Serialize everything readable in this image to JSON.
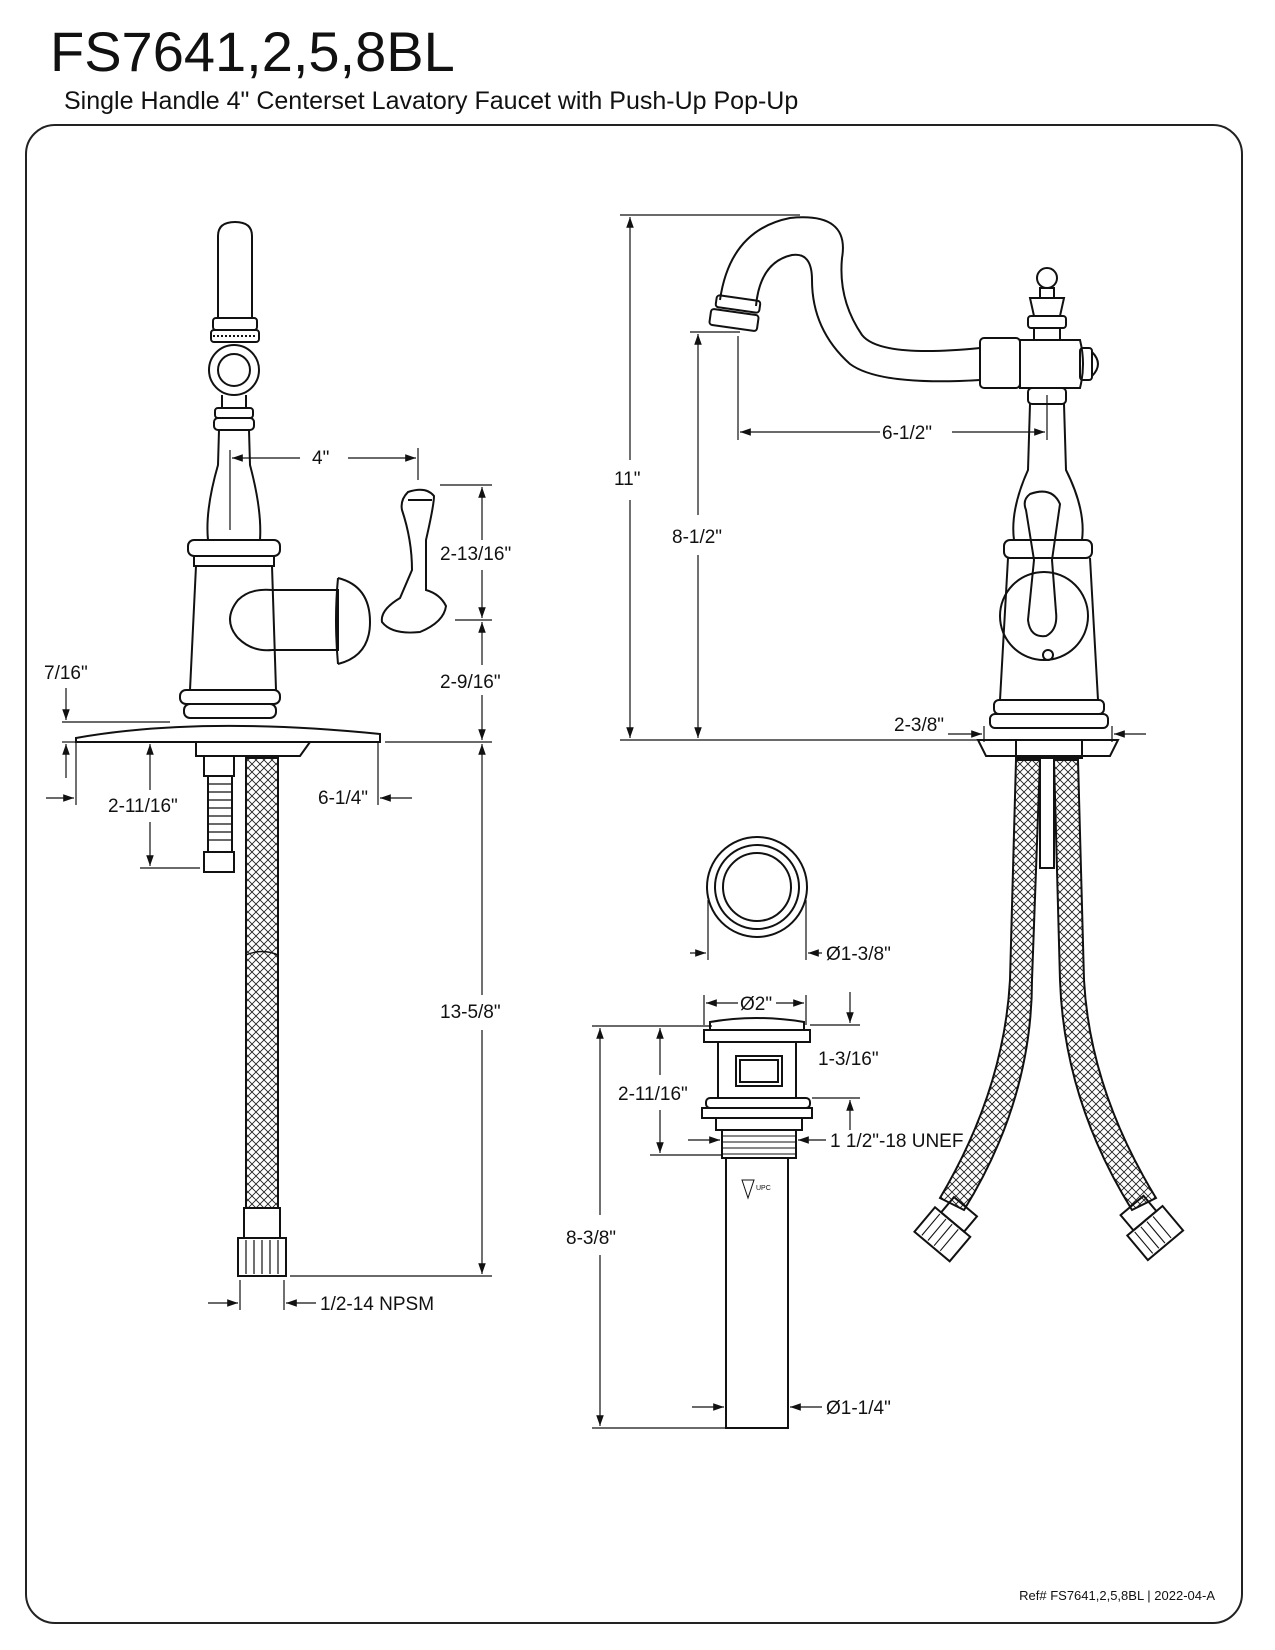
{
  "header": {
    "model": "FS7641,2,5,8BL",
    "subtitle": "Single Handle 4\" Centerset Lavatory Faucet with Push-Up Pop-Up"
  },
  "dimensions": {
    "spread": "4\"",
    "handle_upper": "2-13/16\"",
    "handle_lower": "2-9/16\"",
    "plate_thickness": "7/16\"",
    "shank_length": "2-11/16\"",
    "plate_width": "6-1/4\"",
    "hose_length": "13-5/8\"",
    "hose_connection": "1/2-14 NPSM",
    "total_height": "11\"",
    "spout_height": "8-1/2\"",
    "spout_reach": "6-1/2\"",
    "base_width": "2-3/8\"",
    "drain_cap_dia": "Ø1-3/8\"",
    "drain_flange_dia": "Ø2\"",
    "drain_flange_height": "1-3/16\"",
    "drain_body_height": "2-11/16\"",
    "drain_thread": "1 1/2\"-18 UNEF",
    "drain_total_length": "8-3/8\"",
    "tailpiece_dia": "Ø1-1/4\""
  },
  "footer": {
    "reference": "Ref# FS7641,2,5,8BL | 2022-04-A"
  }
}
